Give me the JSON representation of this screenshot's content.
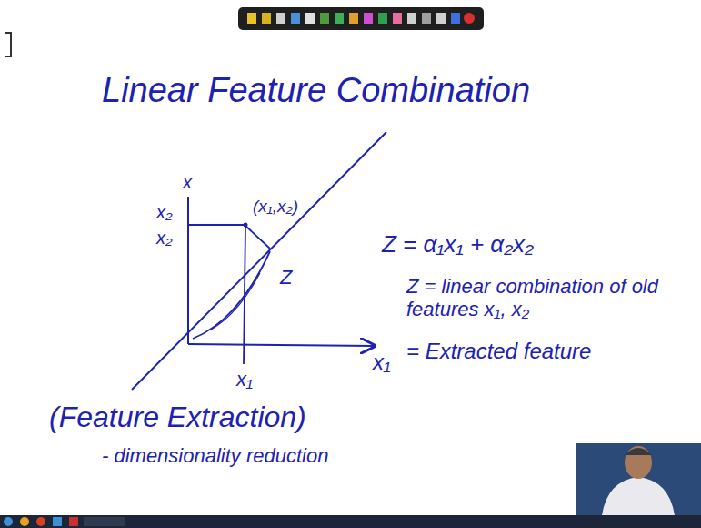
{
  "diagram": {
    "title": "Linear Feature Combination",
    "labels": [
      "x",
      "x₂",
      "x₂",
      "(x₁,x₂)",
      "Z",
      "x₁",
      "x₁",
      "Z = α₁x₁ + α₂x₂",
      "Z = linear combination of old features x₁, x₂",
      "= Extracted feature",
      "(Feature Extraction)",
      "- dimensionality reduction"
    ]
  }
}
